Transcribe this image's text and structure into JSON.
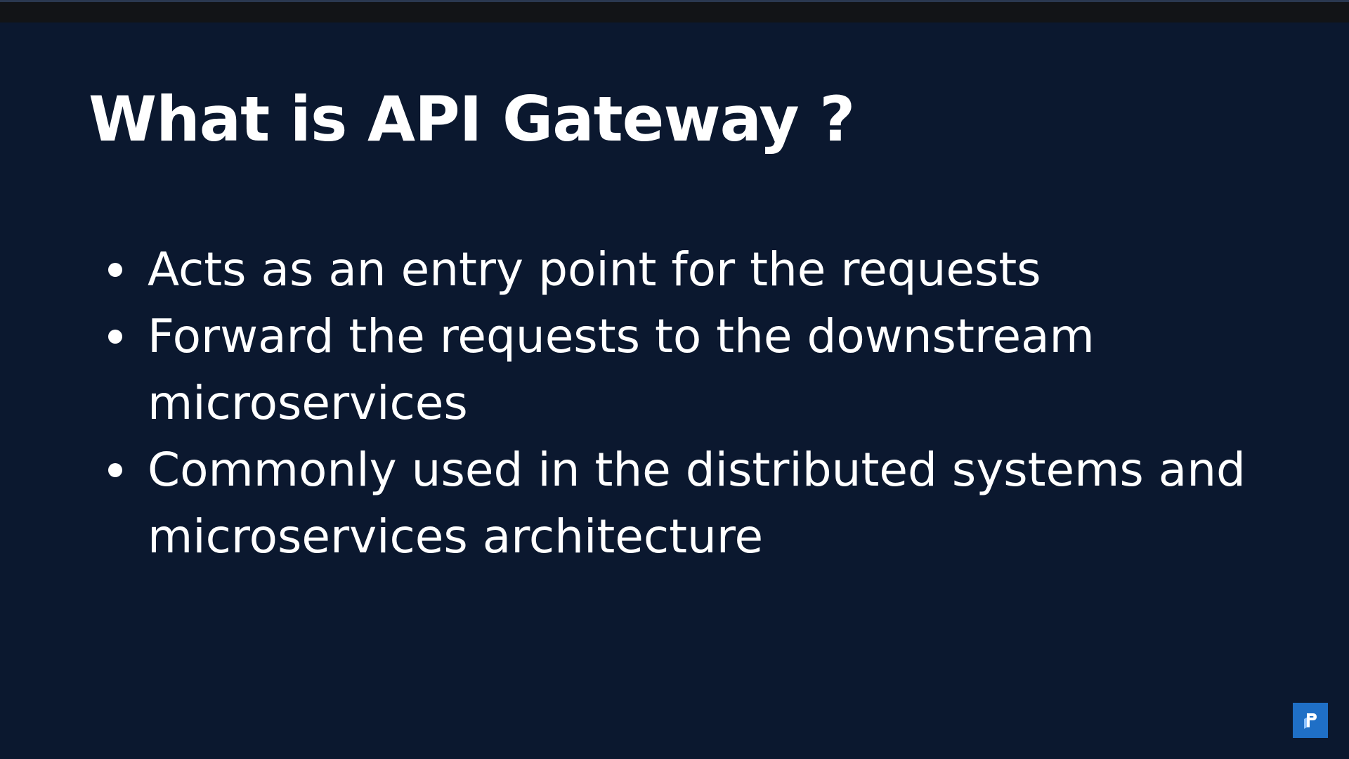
{
  "slide": {
    "title": "What is API Gateway ?",
    "bullets": [
      "Acts as an entry point for the requests",
      "Forward the requests to the downstream microservices",
      "Commonly used in the distributed systems and microservices architecture"
    ]
  },
  "branding": {
    "icon": "logo-icon",
    "accent_color": "#1f6fc6"
  },
  "colors": {
    "background": "#0b182f",
    "text": "#ffffff",
    "top_bar": "#121417"
  }
}
